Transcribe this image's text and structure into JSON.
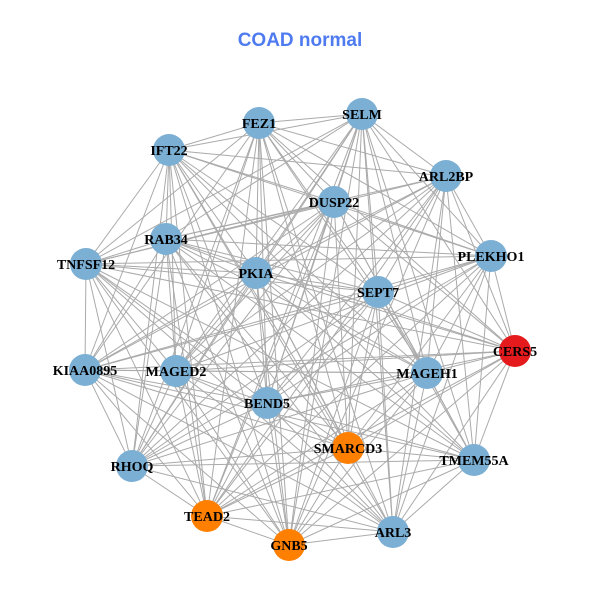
{
  "title": "COAD normal",
  "colors": {
    "default": "#7BAFD4",
    "orange": "#FF7F00",
    "red": "#E41A1C",
    "edge": "#AAAAAA"
  },
  "nodes": [
    {
      "label": "SELM",
      "color": "default"
    },
    {
      "label": "FEZ1",
      "color": "default"
    },
    {
      "label": "IFT22",
      "color": "default"
    },
    {
      "label": "ARL2BP",
      "color": "default"
    },
    {
      "label": "DUSP22",
      "color": "default"
    },
    {
      "label": "RAB34",
      "color": "default"
    },
    {
      "label": "PLEKHO1",
      "color": "default"
    },
    {
      "label": "TNFSF12",
      "color": "default"
    },
    {
      "label": "PKIA",
      "color": "default"
    },
    {
      "label": "SEPT7",
      "color": "default"
    },
    {
      "label": "CERS5",
      "color": "red"
    },
    {
      "label": "KIAA0895",
      "color": "default"
    },
    {
      "label": "MAGED2",
      "color": "default"
    },
    {
      "label": "MAGEH1",
      "color": "default"
    },
    {
      "label": "BEND5",
      "color": "default"
    },
    {
      "label": "SMARCD3",
      "color": "orange"
    },
    {
      "label": "TMEM55A",
      "color": "default"
    },
    {
      "label": "RHOQ",
      "color": "default"
    },
    {
      "label": "TEAD2",
      "color": "orange"
    },
    {
      "label": "GNB5",
      "color": "orange"
    },
    {
      "label": "ARL3",
      "color": "default"
    }
  ]
}
